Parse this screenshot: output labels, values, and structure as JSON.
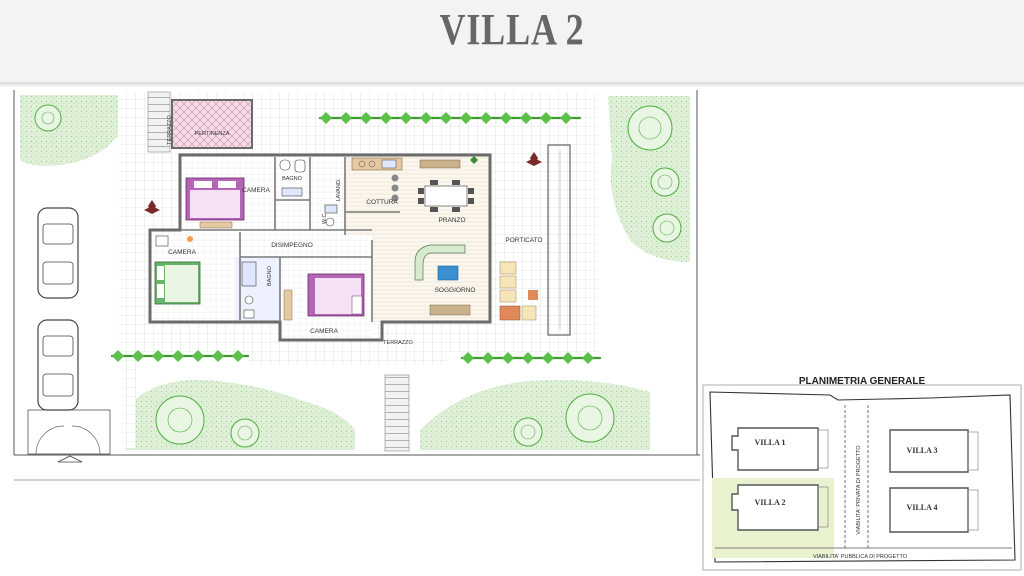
{
  "title": "VILLA 2",
  "floor_plan": {
    "rooms": {
      "terrazzo_top": "TERRAZZO",
      "pertinenza": "PERTINENZA",
      "camera_1": "CAMERA",
      "bagno_1": "BAGNO",
      "lavand": "LAVAND.",
      "wc": "W.C.",
      "cottura": "COTTURA",
      "pranzo": "PRANZO",
      "disimpegno": "DISIMPEGNO",
      "camera_2": "CAMERA",
      "bagno_2": "BAGNO",
      "camera_3": "CAMERA",
      "soggiorno": "SOGGIORNO",
      "porticato": "PORTICATO",
      "terrazzo_bottom": "TERRAZZO"
    }
  },
  "site_plan": {
    "title": "PLANIMETRIA GENERALE",
    "villas": [
      "VILLA 1",
      "VILLA 2",
      "VILLA 3",
      "VILLA 4"
    ],
    "private_road": "VIABILITA' PRIVATA DI PROGETTO",
    "public_road": "VIABILITA' PUBBLICA DI PROGETTO",
    "highlight_color": "#e9f2cf"
  },
  "colors": {
    "wall": "#6b6b6b",
    "hedge": "#4caf3c",
    "lawn": "#d9eed3",
    "bed": "#a64ca6",
    "pertinenza": "#f3dbe6"
  }
}
